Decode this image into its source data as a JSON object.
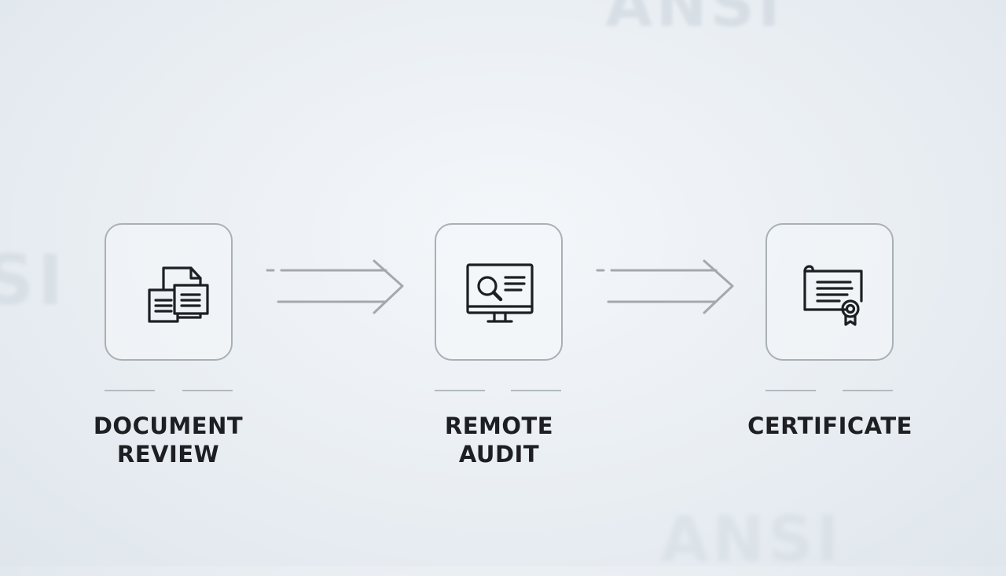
{
  "watermarks": {
    "top": "ANSI",
    "left": "SI",
    "bottom": "ANSI"
  },
  "steps": [
    {
      "line1": "DOCUMENT",
      "line2": "REVIEW",
      "icon": "documents-icon"
    },
    {
      "line1": "REMOTE",
      "line2": "AUDIT",
      "icon": "monitor-search-icon"
    },
    {
      "line1": "CERTIFICATE",
      "line2": "",
      "icon": "certificate-icon"
    }
  ],
  "colors": {
    "icon_stroke": "#1d1f22",
    "box_border": "#a9b0b6",
    "arrow": "#a3a9ae",
    "label_text": "#1d1f22"
  }
}
